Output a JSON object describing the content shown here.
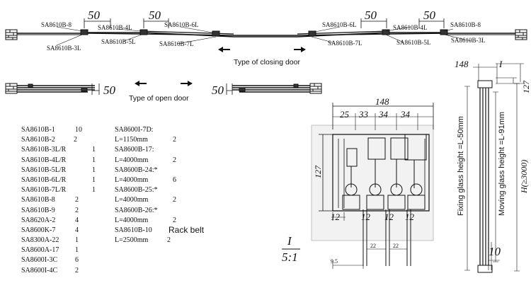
{
  "closing": {
    "caption": "Type of closing door",
    "dim_left_a": "50",
    "dim_left_b": "50",
    "dim_right_a": "50",
    "dim_right_b": "50",
    "left_labels": [
      "SA8610B-8",
      "SA8610B-4L",
      "SA8610B-6L",
      "SA8610B-3L",
      "SA8610B-5L",
      "SA8610B-7L"
    ],
    "right_labels": [
      "SA8610B-6L",
      "SA8610B-4L",
      "SA8610B-8",
      "SA8610B-7L",
      "SA8610B-5L",
      "SA8610B-3L"
    ]
  },
  "open": {
    "caption": "Type of open door",
    "dim_left": "50",
    "dim_right": "50"
  },
  "parts_list": {
    "col1": [
      {
        "code": "SA8610B-1",
        "qty": "10"
      },
      {
        "code": "SA8610B-2",
        "qty": "2"
      },
      {
        "code": "SA8610B-3L/R",
        "qty": "1"
      },
      {
        "code": "SA8610B-4L/R",
        "qty": "1"
      },
      {
        "code": "SA8610B-5L/R",
        "qty": "1"
      },
      {
        "code": "SA8610B-6L/R",
        "qty": "1"
      },
      {
        "code": "SA8610B-7L/R",
        "qty": "1"
      },
      {
        "code": "SA8610B-8",
        "qty": "2"
      },
      {
        "code": "SA8610B-9",
        "qty": "2"
      },
      {
        "code": "SA8620A-2",
        "qty": "4"
      },
      {
        "code": "SA8600K-7",
        "qty": "4"
      },
      {
        "code": "SA8300A-22",
        "qty": "1"
      },
      {
        "code": "SA8600A-17",
        "qty": "1"
      },
      {
        "code": "SA8600I-3C",
        "qty": "6"
      },
      {
        "code": "SA8600I-4C",
        "qty": "2"
      }
    ],
    "col2": [
      {
        "code": "SA8600I-7D:",
        "qty": ""
      },
      {
        "code": "L=1150mm",
        "qty": "2"
      },
      {
        "code": "SA8600B-17:",
        "qty": ""
      },
      {
        "code": "L=4000mm",
        "qty": "2"
      },
      {
        "code": "SA8600B-24:*",
        "qty": ""
      },
      {
        "code": "L=4000mm",
        "qty": "6"
      },
      {
        "code": "SA8600B-25:*",
        "qty": ""
      },
      {
        "code": "L=4000mm",
        "qty": "2"
      },
      {
        "code": "SA8600B-26:*",
        "qty": ""
      },
      {
        "code": "L=4000mm",
        "qty": "2"
      },
      {
        "code": "SA8610B-10",
        "qty": ""
      },
      {
        "code": "L=2500mm",
        "qty": "2"
      }
    ],
    "rack_label": "Rack belt"
  },
  "section": {
    "width_total": "148",
    "width_parts": [
      "25",
      "33",
      "34",
      "34"
    ],
    "height": "127",
    "bottom_left": "12",
    "bottom_dims": [
      "12",
      "12",
      "12"
    ],
    "gap_a": "22",
    "gap_b": "22",
    "offset": "9.5",
    "detail_top": "I",
    "detail_bottom": "5:1"
  },
  "elevation": {
    "top_width": "148",
    "top_mark": "I",
    "top_height": "127",
    "fixing_text": "Fixing glass height =L-50mm",
    "moving_text": "Moving glass height =L-91mm",
    "total_text": "H(≥3000)",
    "bottom_dim": "10"
  }
}
